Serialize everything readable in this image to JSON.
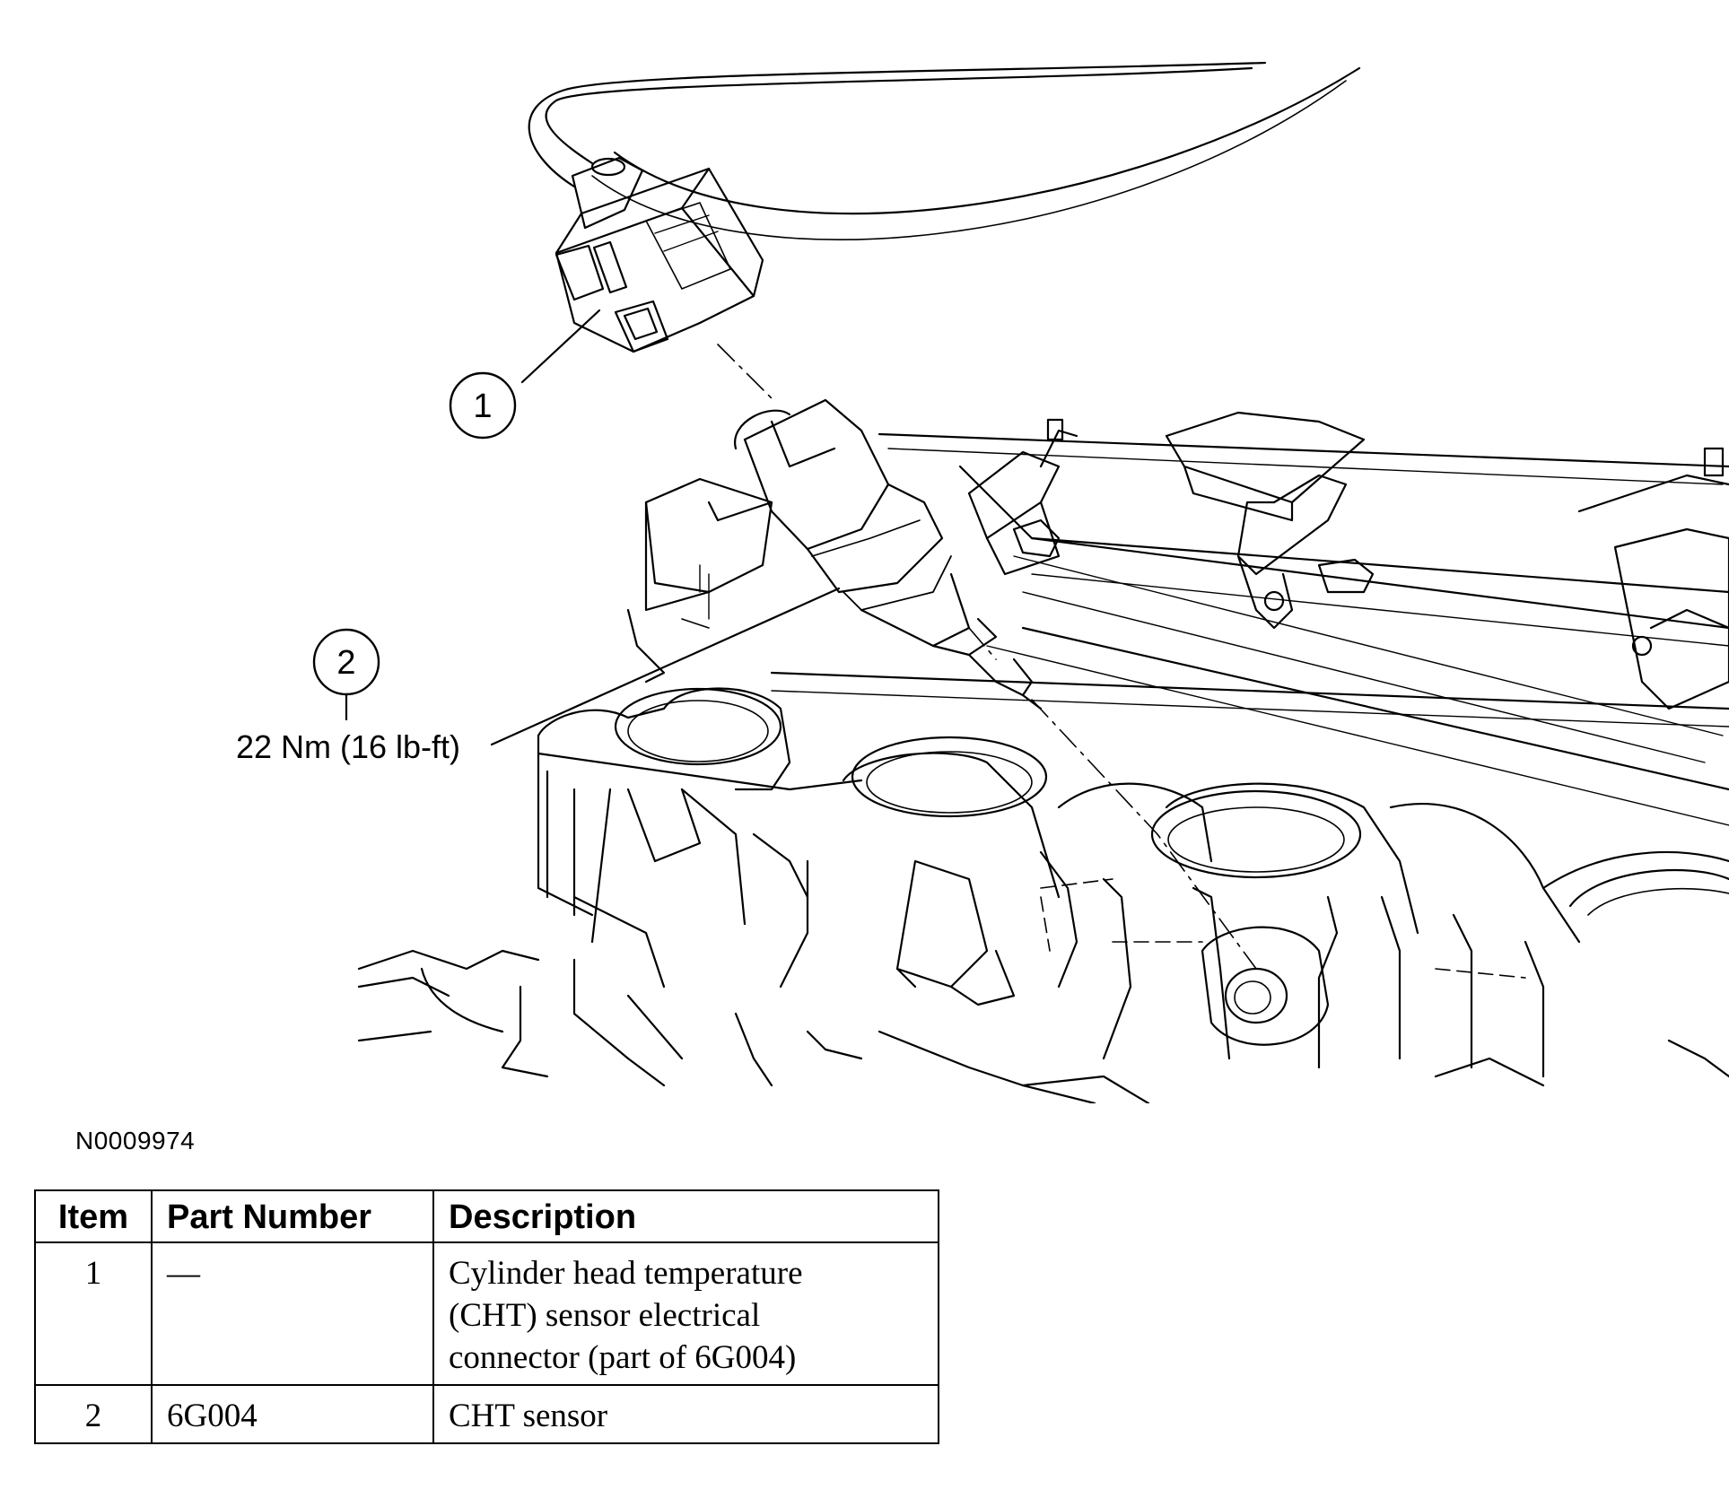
{
  "diagram": {
    "callouts": [
      {
        "number": "1"
      },
      {
        "number": "2",
        "torque": "22 Nm (16 lb-ft)"
      }
    ],
    "figure_id": "N0009974"
  },
  "table": {
    "headers": {
      "item": "Item",
      "part_number": "Part Number",
      "description": "Description"
    },
    "rows": [
      {
        "item": "1",
        "part_number": "—",
        "description_lines": [
          "Cylinder head temperature",
          "(CHT) sensor electrical",
          "connector (part of 6G004)"
        ]
      },
      {
        "item": "2",
        "part_number": "6G004",
        "description_lines": [
          "CHT sensor"
        ]
      }
    ]
  },
  "colors": {
    "line": "#000000",
    "background": "#ffffff"
  }
}
